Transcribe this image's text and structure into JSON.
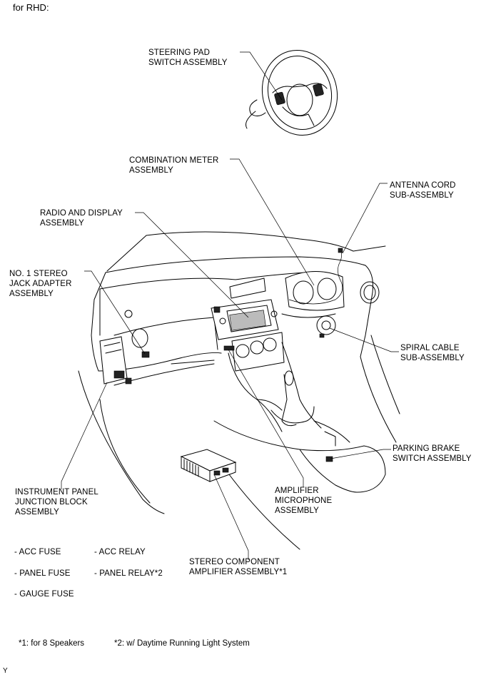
{
  "header": {
    "title": "for RHD:"
  },
  "labels": {
    "steering_pad": "STEERING PAD\nSWITCH ASSEMBLY",
    "combination_meter": "COMBINATION METER\nASSEMBLY",
    "antenna_cord": "ANTENNA CORD\nSUB-ASSEMBLY",
    "radio_display": "RADIO AND DISPLAY\nASSEMBLY",
    "stereo_jack": "NO. 1 STEREO\nJACK ADAPTER\nASSEMBLY",
    "spiral_cable": "SPIRAL CABLE\nSUB-ASSEMBLY",
    "parking_brake": "PARKING BRAKE\nSWITCH ASSEMBLY",
    "junction_block": "INSTRUMENT PANEL\nJUNCTION BLOCK\nASSEMBLY",
    "amp_microphone": "AMPLIFIER\nMICROPHONE\nASSEMBLY",
    "stereo_amp": "STEREO COMPONENT\nAMPLIFIER ASSEMBLY*1"
  },
  "fuses": {
    "acc_fuse": "- ACC FUSE",
    "acc_relay": "- ACC RELAY",
    "panel_fuse": "- PANEL FUSE",
    "panel_relay": "- PANEL RELAY*2",
    "gauge_fuse": "- GAUGE FUSE"
  },
  "footnotes": {
    "note1": "*1: for 8 Speakers",
    "note2": "*2: w/ Daytime Running Light System"
  },
  "corner_mark": "Y"
}
